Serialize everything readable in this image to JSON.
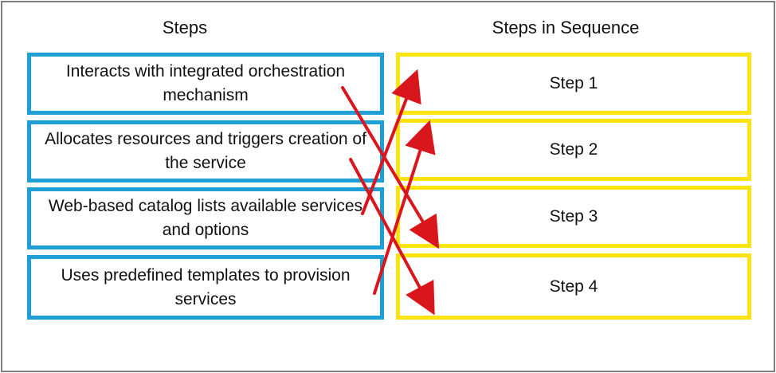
{
  "headers": {
    "left": "Steps",
    "right": "Steps in Sequence"
  },
  "steps": [
    "Interacts with integrated orchestration mechanism",
    "Allocates resources and triggers creation of the service",
    "Web-based catalog lists available services and options",
    "Uses predefined templates to provision services"
  ],
  "sequence": [
    "Step 1",
    "Step 2",
    "Step 3",
    "Step 4"
  ],
  "colors": {
    "steps_border": "#1ea0d6",
    "sequence_border": "#fde410",
    "arrow": "#d9161c"
  }
}
